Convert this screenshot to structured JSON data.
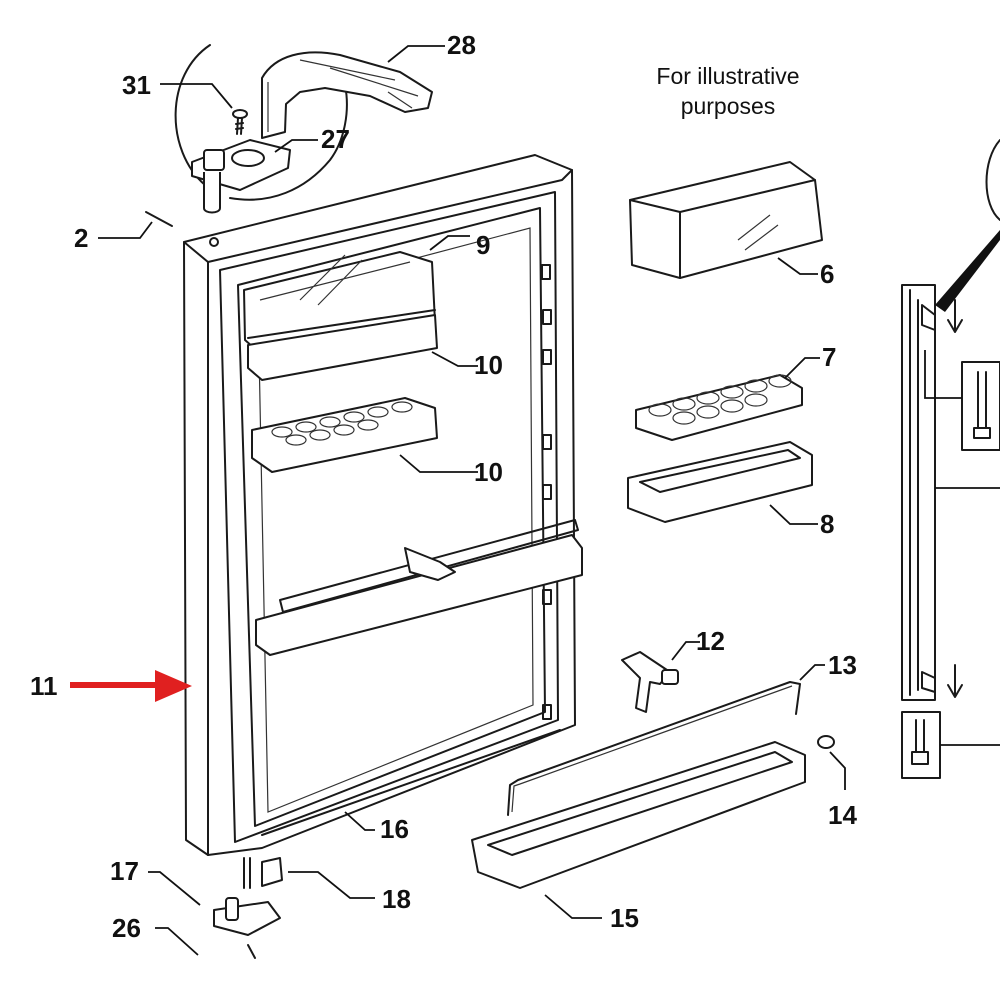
{
  "note": {
    "line1": "For illustrative",
    "line2": "purposes"
  },
  "callouts": {
    "c31": "31",
    "c28": "28",
    "c27": "27",
    "c2": "2",
    "c9": "9",
    "c10a": "10",
    "c10b": "10",
    "c6": "6",
    "c7": "7",
    "c8": "8",
    "c12": "12",
    "c13": "13",
    "c14": "14",
    "c11": "11",
    "c16": "16",
    "c17": "17",
    "c18": "18",
    "c26": "26",
    "c15": "15"
  },
  "colors": {
    "highlight_arrow": "#e02020",
    "line": "#1a1a1a"
  }
}
